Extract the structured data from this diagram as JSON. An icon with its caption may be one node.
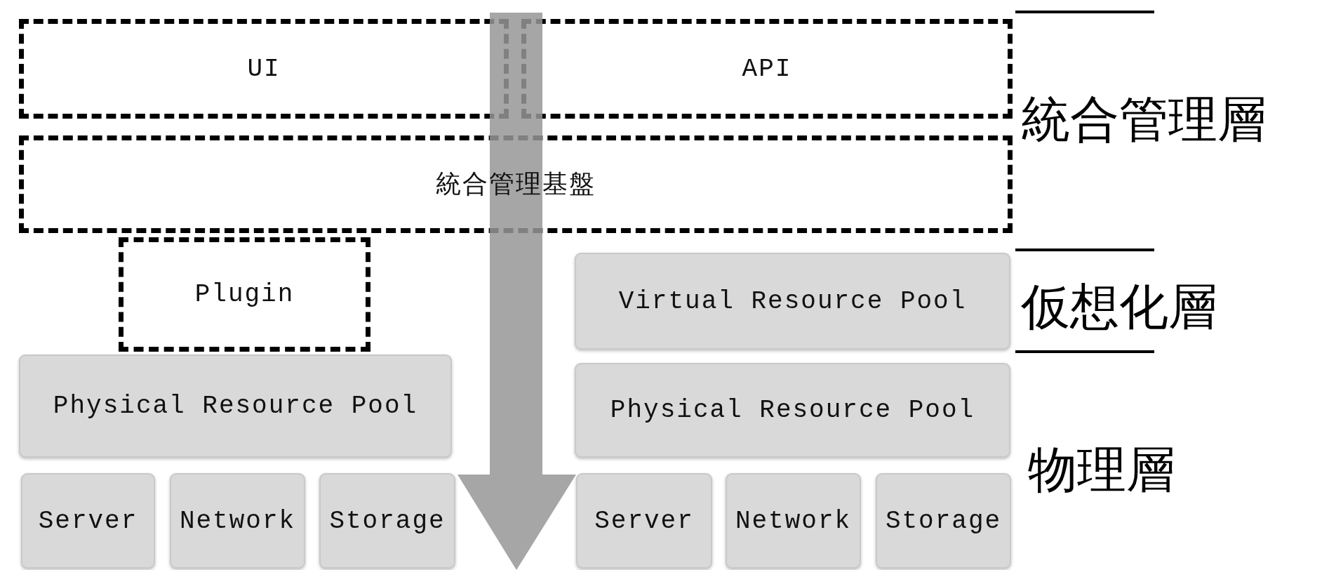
{
  "diagram": {
    "nodes": [
      {
        "text": [
          "UI"
        ]
      },
      {
        "text": [
          "API"
        ]
      },
      {
        "text": [
          "統合管理基盤"
        ]
      },
      {
        "text": [
          "Plugin"
        ]
      },
      {
        "text": [
          "Physical Resource Pool"
        ]
      },
      {
        "text": [
          "Server"
        ]
      },
      {
        "text": [
          "Network"
        ]
      },
      {
        "text": [
          "Storage"
        ]
      },
      {
        "text": [
          "Virtual Resource Pool"
        ]
      },
      {
        "text": [
          "Physical Resource Pool"
        ]
      },
      {
        "text": [
          "Server"
        ]
      },
      {
        "text": [
          "Network"
        ]
      },
      {
        "text": [
          "Storage"
        ]
      }
    ],
    "labels": [
      "統合管理層",
      "仮想化層",
      "物理層"
    ]
  }
}
